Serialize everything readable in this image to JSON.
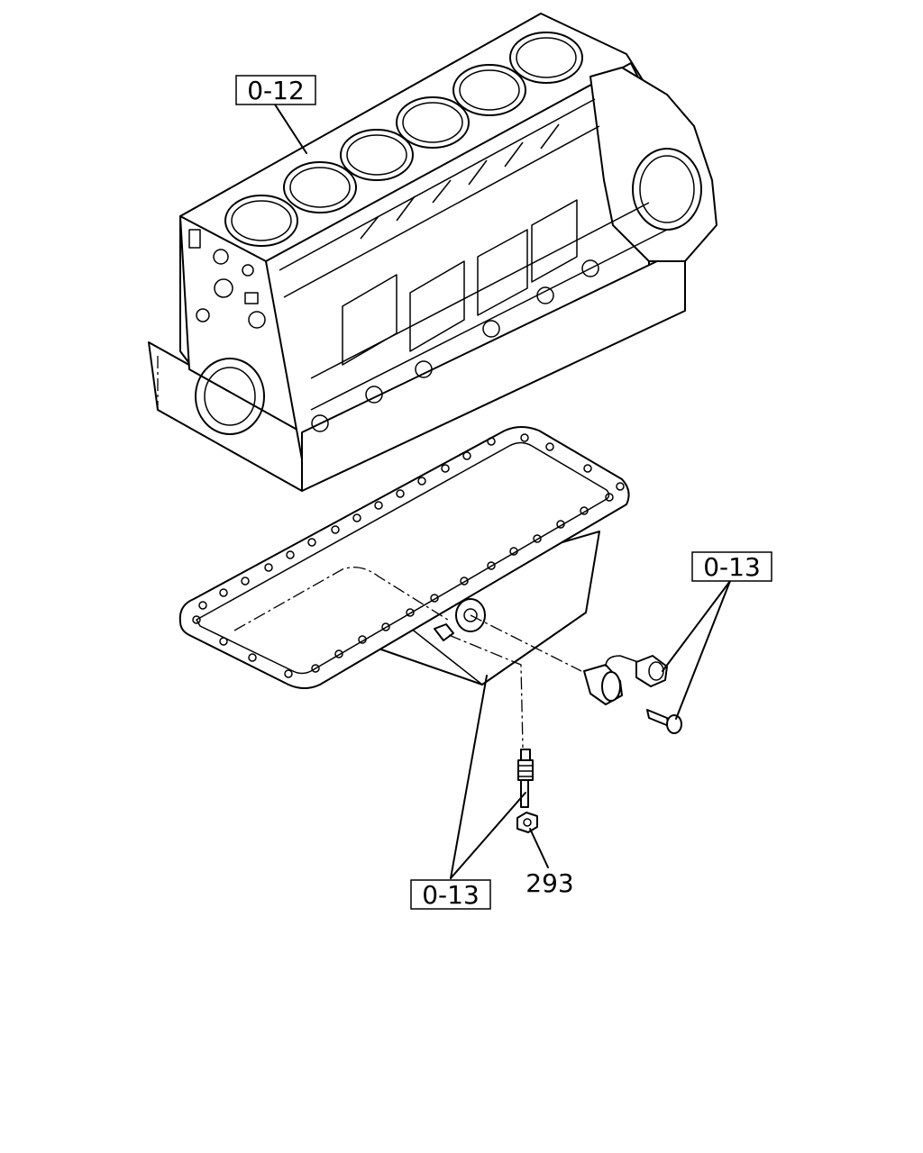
{
  "labels": {
    "block_ref": "0-12",
    "sensor_ref": "0-13",
    "dipstick_ref": "0-13",
    "nut_ref": "293"
  }
}
